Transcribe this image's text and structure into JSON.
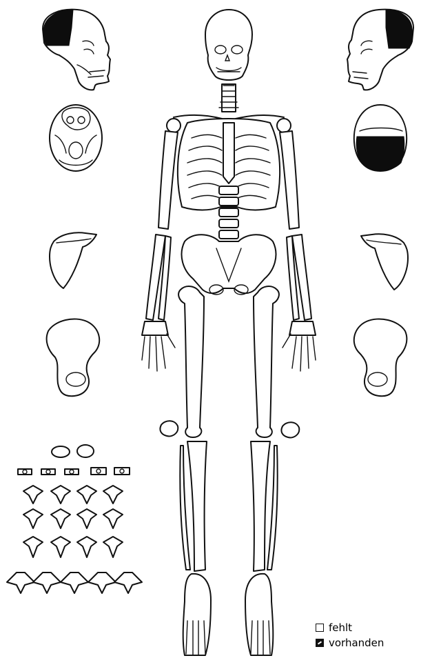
{
  "legend": {
    "missing_label": "fehlt",
    "present_label": "vorhanden"
  },
  "colors": {
    "present_fill": "#0d0d0d",
    "outline": "#111111",
    "background": "#ffffff"
  },
  "present_regions": [
    "skull-right-side-parietal",
    "skull-left-side-parietal",
    "skull-top-view-posterior"
  ]
}
